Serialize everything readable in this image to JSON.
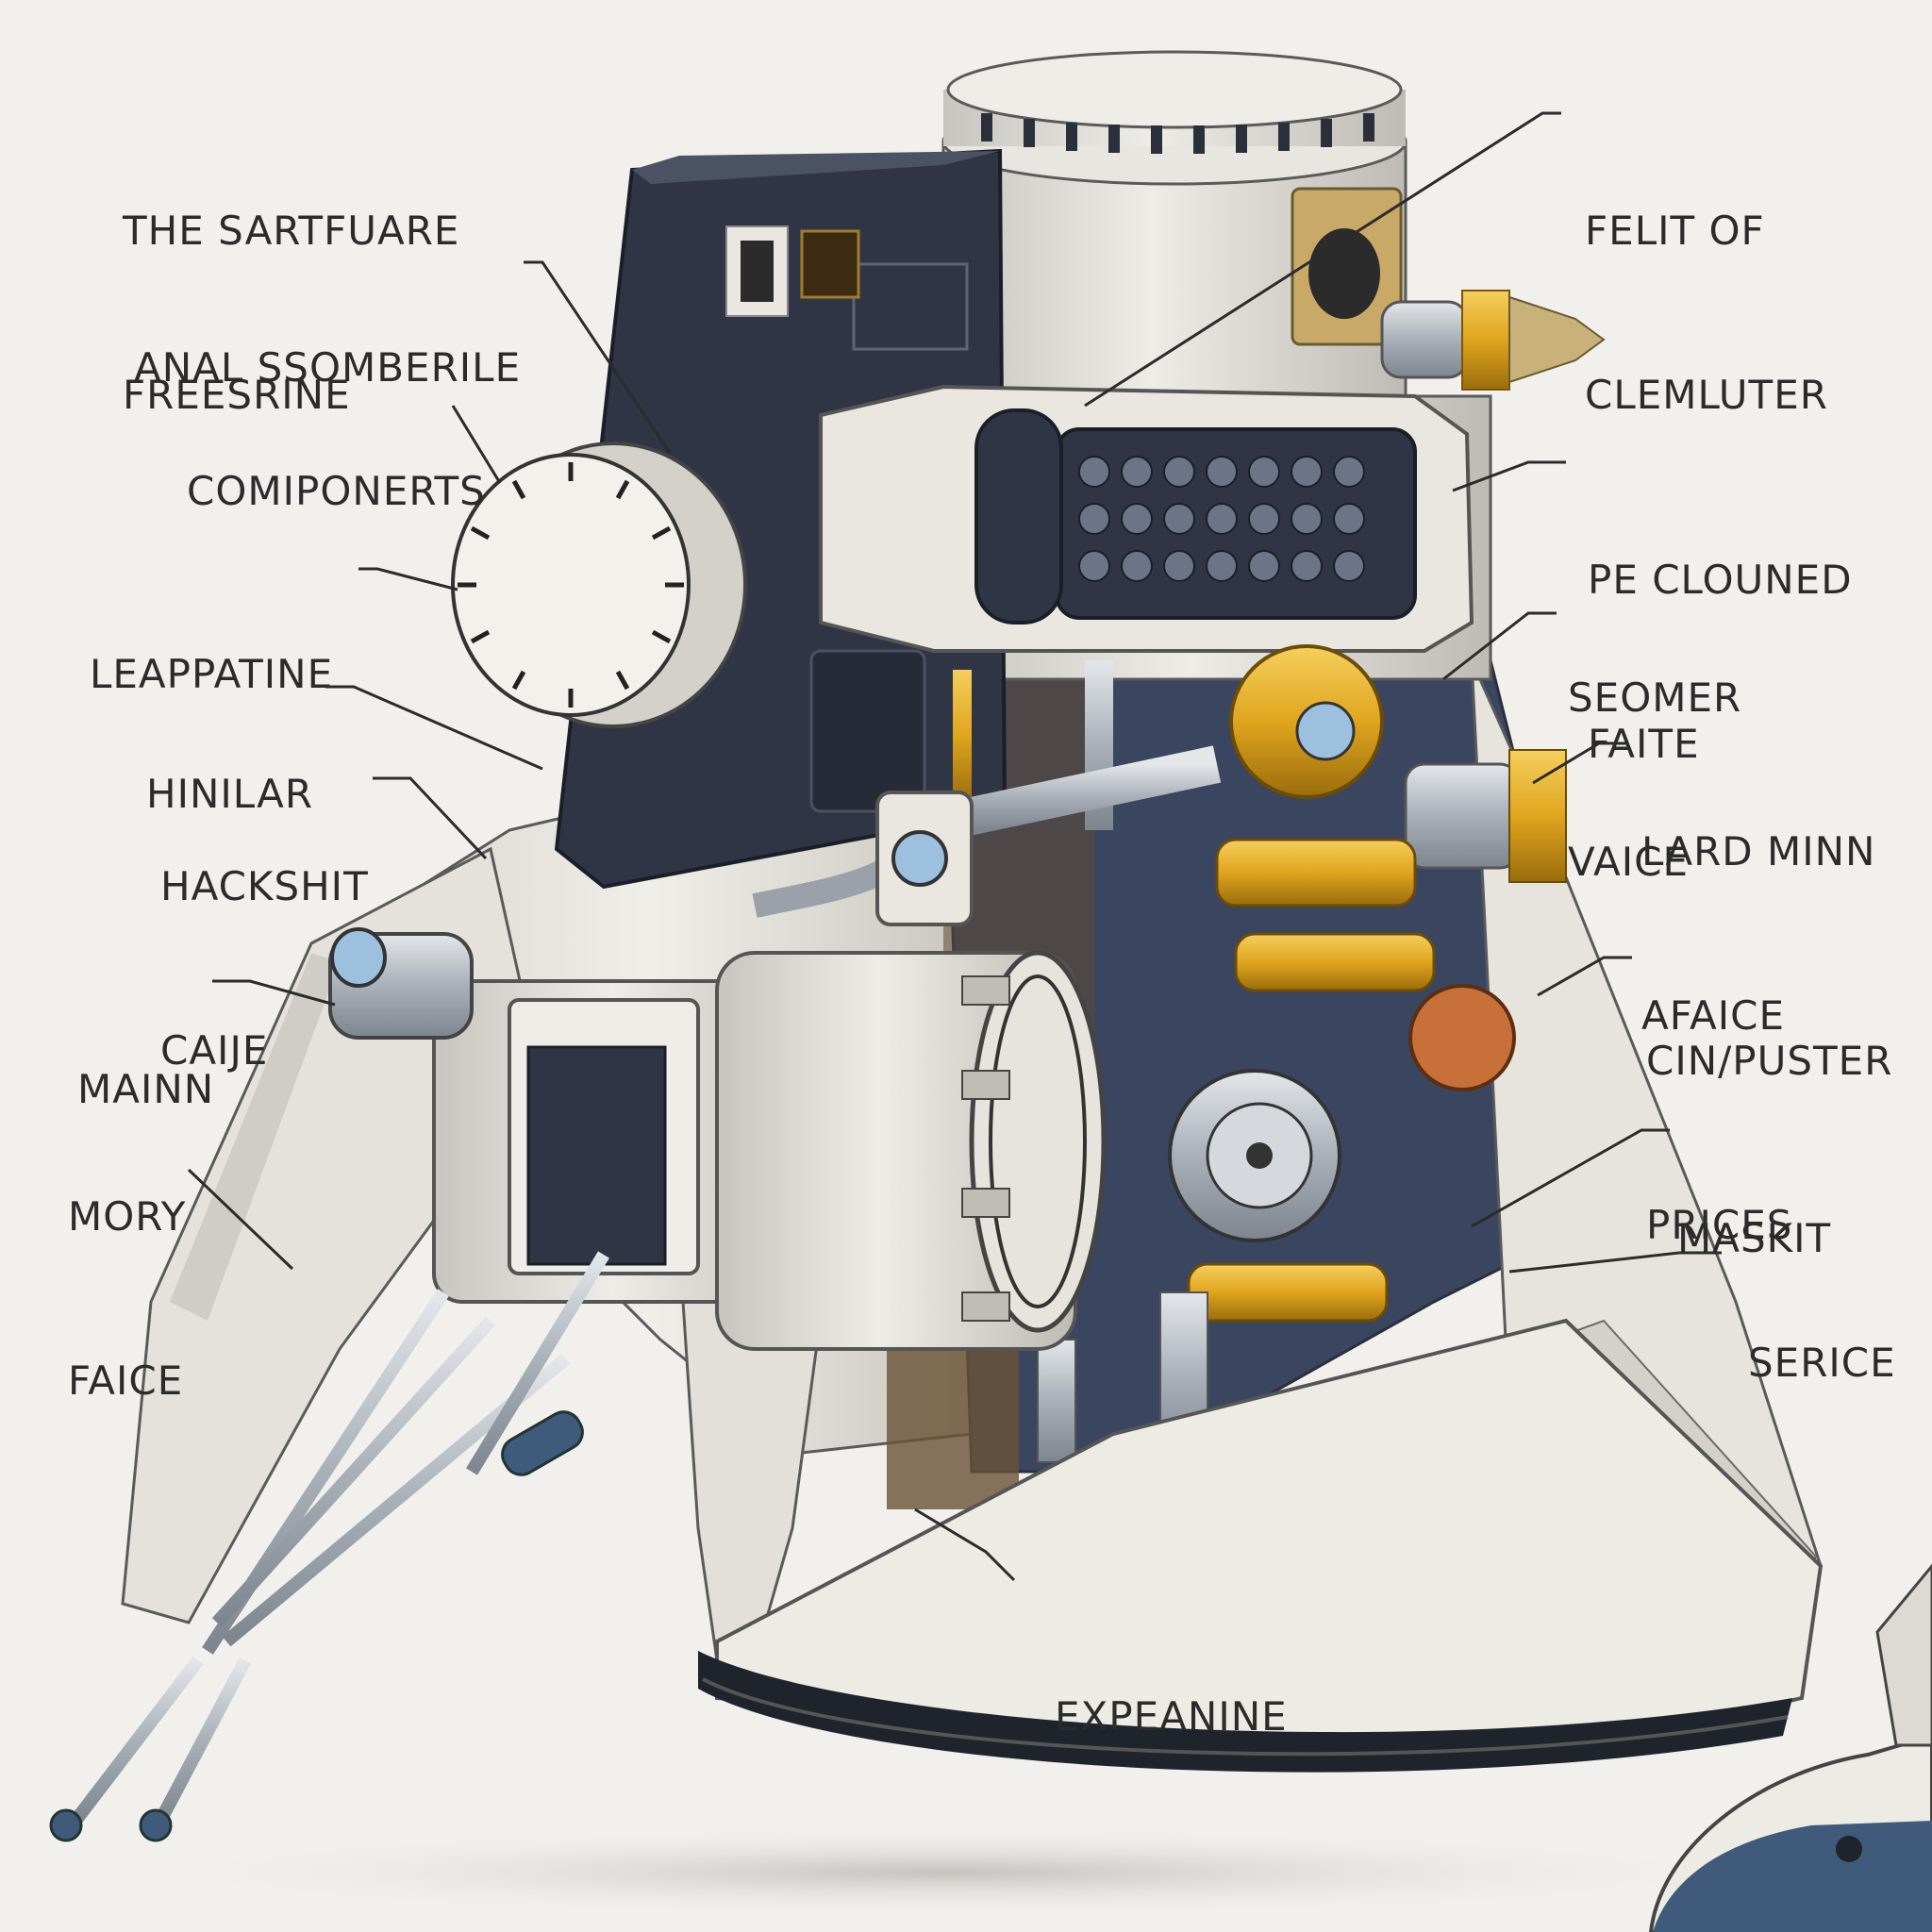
{
  "labels": {
    "title": [
      "THE SARTFUARE",
      "FREESRINE"
    ],
    "anal_ssomberile": [
      "ANAL SSOMBERILE"
    ],
    "components": [
      "COMIPONERTS"
    ],
    "leappatine": [
      "LEAPPATINE"
    ],
    "hinilar": [
      "HINILAR"
    ],
    "hackshit_caije": [
      "HACKSHIT",
      "CAIJE"
    ],
    "mainn": [
      "MAINN"
    ],
    "mory_faice": [
      "MORY",
      "FAICE"
    ],
    "felit_of_clemluter": [
      "FELIT OF",
      "CLEMLUTER"
    ],
    "pe_clouned_faite": [
      "PE CLOUNED",
      "FAITE"
    ],
    "seomer_vaice": [
      "SEOMER",
      "VAICE"
    ],
    "lard_minn_afaice": [
      "LARD MINN",
      "AFAICE"
    ],
    "cinpuster_prices": [
      "CIN/PUSTER",
      "PRICES"
    ],
    "maskit": [
      "MASKIT"
    ],
    "serice": [
      "SERICE"
    ],
    "expeanine": [
      "EXPEANINE"
    ]
  },
  "colors": {
    "background": "#f1f0ec",
    "hull_white": "#e9e7e0",
    "hull_shadow": "#c9c7c0",
    "dark_panel": "#2f3544",
    "navy_interior": "#3a4560",
    "gold": "#e0a51e",
    "copper": "#c8703a",
    "steel": "#a9b0b8",
    "line": "#2b2b2b"
  }
}
